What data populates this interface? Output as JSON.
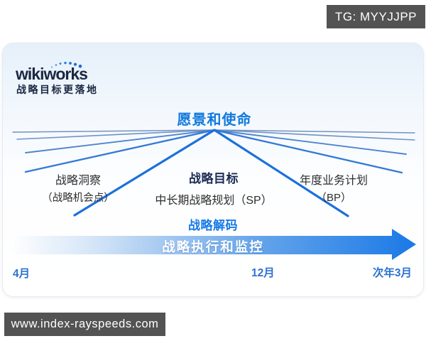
{
  "watermarks": {
    "top_right": "TG: MYYJJPP",
    "bottom_left": "www.index-rayspeeds.com"
  },
  "logo": {
    "wordmark": "wikiworks",
    "tagline": "战略目标更落地"
  },
  "diagram": {
    "title": "愿景和使命",
    "nodes": {
      "left": {
        "line1": "战略洞察",
        "line2": "（战略机会点）"
      },
      "center": {
        "line1": "战略目标",
        "line2": "中长期战略规划（SP）"
      },
      "right": {
        "line1": "年度业务计划",
        "line2": "（BP）"
      }
    },
    "decode_label": "战略解码",
    "arrow_label": "战略执行和监控",
    "timeline": [
      "4月",
      "12月",
      "次年3月"
    ]
  },
  "colors": {
    "accent_blue": "#1179dc",
    "decode_blue": "#177ae6",
    "arrow_blue": "#1a79e6",
    "fan_line_blue": "#1c70dc",
    "navy_text": "#1b2b52",
    "logo_navy": "#1c2742",
    "timeline_blue": "#2e72d2",
    "body_text": "#2e2e2e",
    "watermark_gray": "#535353",
    "card_top": "#e6f0fa"
  }
}
